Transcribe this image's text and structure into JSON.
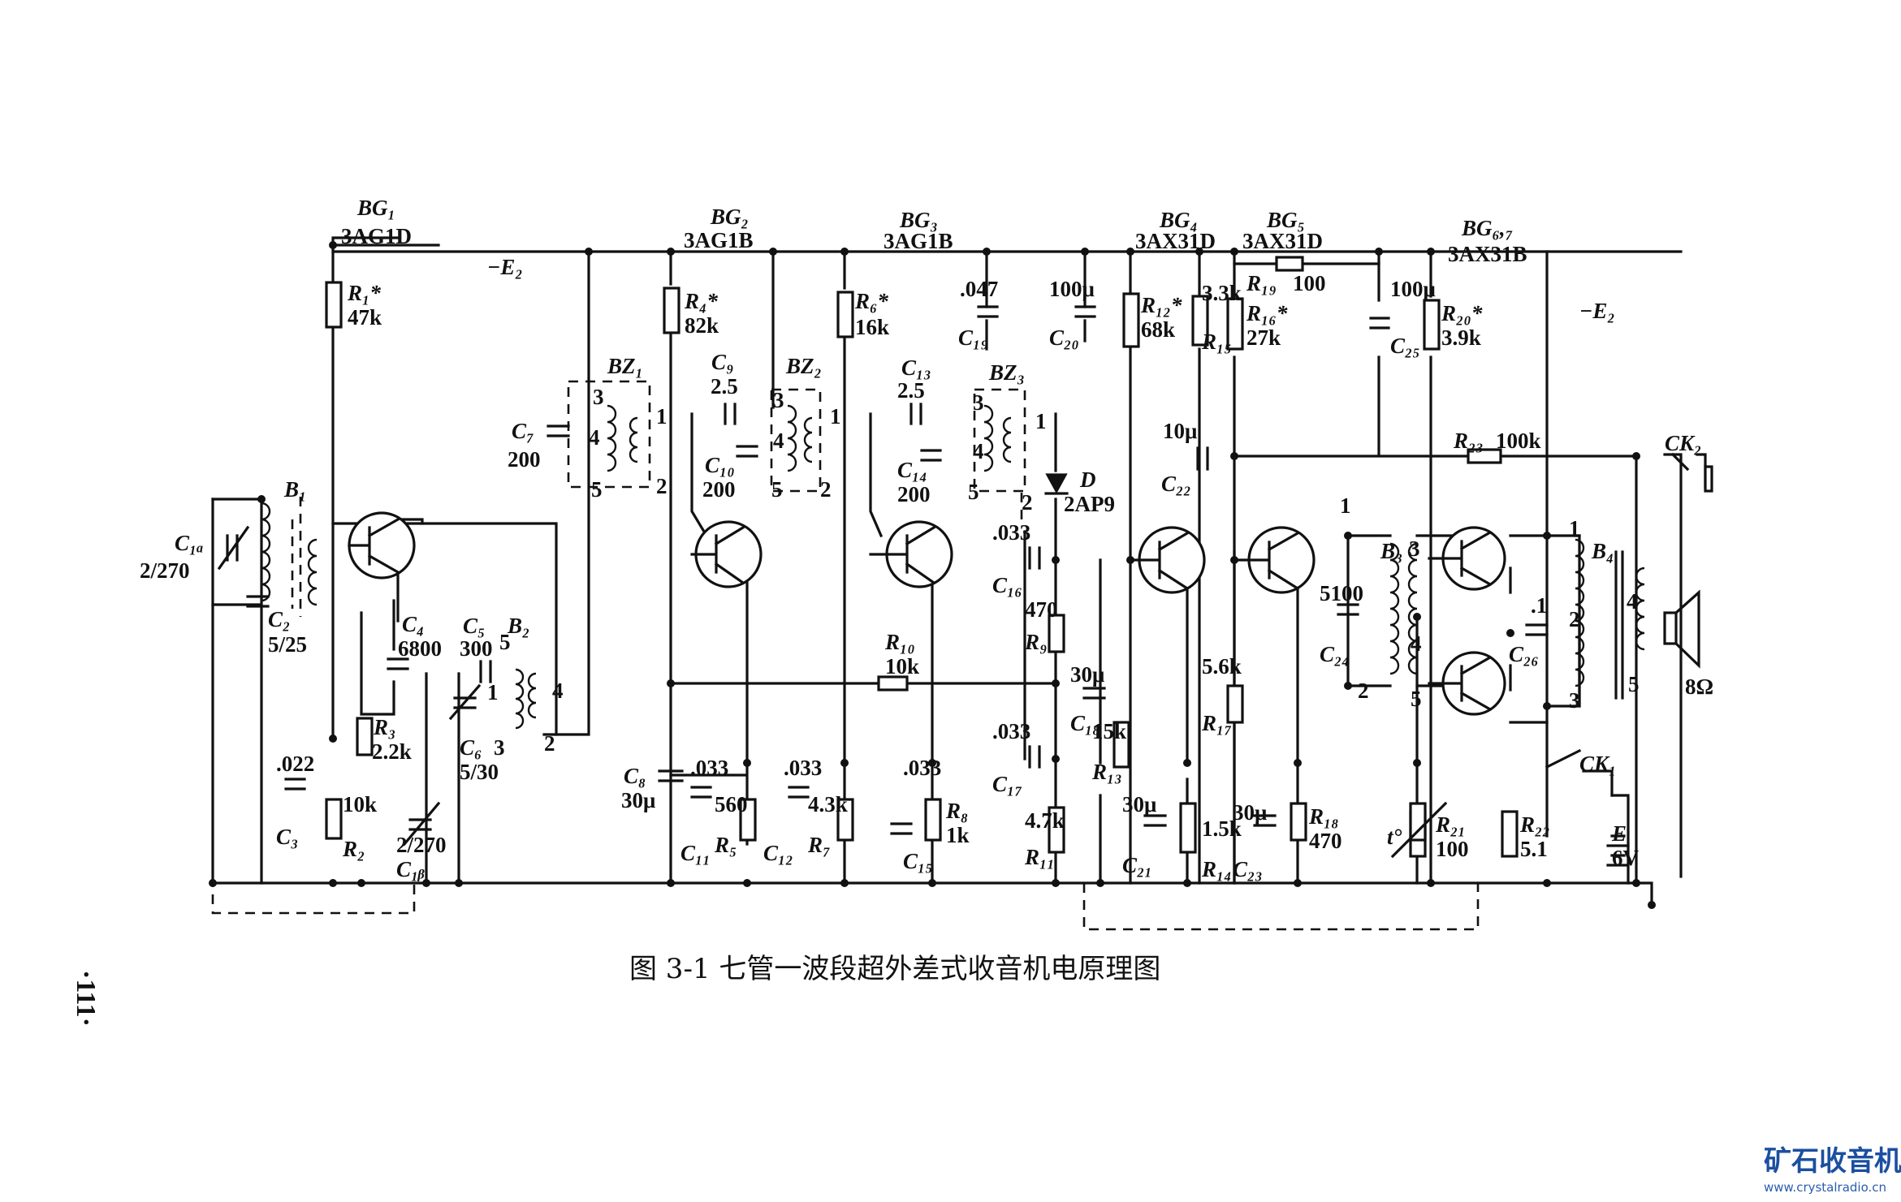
{
  "diagram": {
    "caption": "图 3-1   七管一波段超外差式收音机电原理图",
    "page_number": "·111·",
    "supply_left": "−E₂",
    "supply_right": "−E₂",
    "transistors": [
      {
        "id": "BG1",
        "label": "BG₁",
        "type": "3AG1D"
      },
      {
        "id": "BG2",
        "label": "BG₂",
        "type": "3AG1B"
      },
      {
        "id": "BG3",
        "label": "BG₃",
        "type": "3AG1B"
      },
      {
        "id": "BG4",
        "label": "BG₄",
        "type": "3AX31D"
      },
      {
        "id": "BG5",
        "label": "BG₅",
        "type": "3AX31D"
      },
      {
        "id": "BG67",
        "label": "BG₆,₇",
        "type": "3AX31B"
      }
    ],
    "resistors": [
      {
        "id": "R1",
        "label": "R₁*",
        "value": "47k"
      },
      {
        "id": "R2",
        "label": "R₂",
        "value": "10k"
      },
      {
        "id": "R3",
        "label": "R₃",
        "value": "2.2k"
      },
      {
        "id": "R4",
        "label": "R₄*",
        "value": "82k"
      },
      {
        "id": "R5",
        "label": "R₅",
        "value": "560"
      },
      {
        "id": "R6",
        "label": "R₆*",
        "value": "16k"
      },
      {
        "id": "R7",
        "label": "R₇",
        "value": "4.3k"
      },
      {
        "id": "R8",
        "label": "R₈",
        "value": "1k"
      },
      {
        "id": "R9",
        "label": "R₉",
        "value": "470"
      },
      {
        "id": "R10",
        "label": "R₁₀",
        "value": "10k"
      },
      {
        "id": "R11",
        "label": "R₁₁",
        "value": "4.7k"
      },
      {
        "id": "R12",
        "label": "R₁₂*",
        "value": "68k"
      },
      {
        "id": "R13",
        "label": "R₁₃",
        "value": "15k"
      },
      {
        "id": "R14",
        "label": "R₁₄",
        "value": "1.5k"
      },
      {
        "id": "R15",
        "label": "R₁₅",
        "value": "3.3k"
      },
      {
        "id": "R16",
        "label": "R₁₆*",
        "value": "27k"
      },
      {
        "id": "R17",
        "label": "R₁₇",
        "value": "5.6k"
      },
      {
        "id": "R18",
        "label": "R₁₈",
        "value": "470"
      },
      {
        "id": "R19",
        "label": "R₁₉",
        "value": "100"
      },
      {
        "id": "R20",
        "label": "R₂₀*",
        "value": "3.9k"
      },
      {
        "id": "R21",
        "label": "R₂₁",
        "value": "100"
      },
      {
        "id": "R22",
        "label": "R₂₂",
        "value": "5.1"
      },
      {
        "id": "R23",
        "label": "R₂₃",
        "value": "100k"
      }
    ],
    "capacitors": [
      {
        "id": "C1a",
        "label": "C₁ₐ",
        "value": "2/270"
      },
      {
        "id": "C1b",
        "label": "C₁ᵦ",
        "value": "2/270"
      },
      {
        "id": "C2",
        "label": "C₂",
        "value": "5/25"
      },
      {
        "id": "C3",
        "label": "C₃",
        "value": ".022"
      },
      {
        "id": "C4",
        "label": "C₄",
        "value": "6800"
      },
      {
        "id": "C5",
        "label": "C₅",
        "value": "300"
      },
      {
        "id": "C6",
        "label": "C₆",
        "value": "5/30"
      },
      {
        "id": "C7",
        "label": "C₇",
        "value": "200"
      },
      {
        "id": "C8",
        "label": "C₈",
        "value": "30μ"
      },
      {
        "id": "C9",
        "label": "C₉",
        "value": "2.5"
      },
      {
        "id": "C10",
        "label": "C₁₀",
        "value": "200"
      },
      {
        "id": "C11",
        "label": "C₁₁",
        "value": ".033"
      },
      {
        "id": "C12",
        "label": "C₁₂",
        "value": ".033"
      },
      {
        "id": "C13",
        "label": "C₁₃",
        "value": "2.5"
      },
      {
        "id": "C14",
        "label": "C₁₄",
        "value": "200"
      },
      {
        "id": "C15",
        "label": "C₁₅",
        "value": ".033"
      },
      {
        "id": "C16",
        "label": "C₁₆",
        "value": ".033"
      },
      {
        "id": "C17",
        "label": "C₁₇",
        "value": ".033"
      },
      {
        "id": "C18",
        "label": "C₁₈",
        "value": "30μ"
      },
      {
        "id": "C19",
        "label": "C₁₉",
        "value": ".047"
      },
      {
        "id": "C20",
        "label": "C₂₀",
        "value": "100μ"
      },
      {
        "id": "C21",
        "label": "C₂₁",
        "value": "30μ"
      },
      {
        "id": "C22",
        "label": "C₂₂",
        "value": "10μ"
      },
      {
        "id": "C23",
        "label": "C₂₃",
        "value": "30μ"
      },
      {
        "id": "C24",
        "label": "C₂₄",
        "value": "5100"
      },
      {
        "id": "C25",
        "label": "C₂₅",
        "value": "100μ"
      },
      {
        "id": "C26",
        "label": "C₂₆",
        "value": ".1"
      }
    ],
    "transformers": [
      {
        "id": "B1",
        "label": "B₁"
      },
      {
        "id": "B2",
        "label": "B₂"
      },
      {
        "id": "B3",
        "label": "B₃"
      },
      {
        "id": "B4",
        "label": "B₄"
      },
      {
        "id": "BZ1",
        "label": "BZ₁"
      },
      {
        "id": "BZ2",
        "label": "BZ₂"
      },
      {
        "id": "BZ3",
        "label": "BZ₃"
      }
    ],
    "others": {
      "diode_label": "D",
      "diode_type": "2AP9",
      "thermistor": "t°",
      "jack1": "CK₁",
      "jack2": "CK₂",
      "battery_label": "E",
      "battery_value": "6V",
      "speaker_value": "8Ω"
    },
    "pins": [
      "1",
      "2",
      "3",
      "4",
      "5"
    ]
  },
  "watermark": {
    "title": "矿石收音机",
    "url": "www.crystalradio.cn",
    "color": "#1b4fa0"
  }
}
